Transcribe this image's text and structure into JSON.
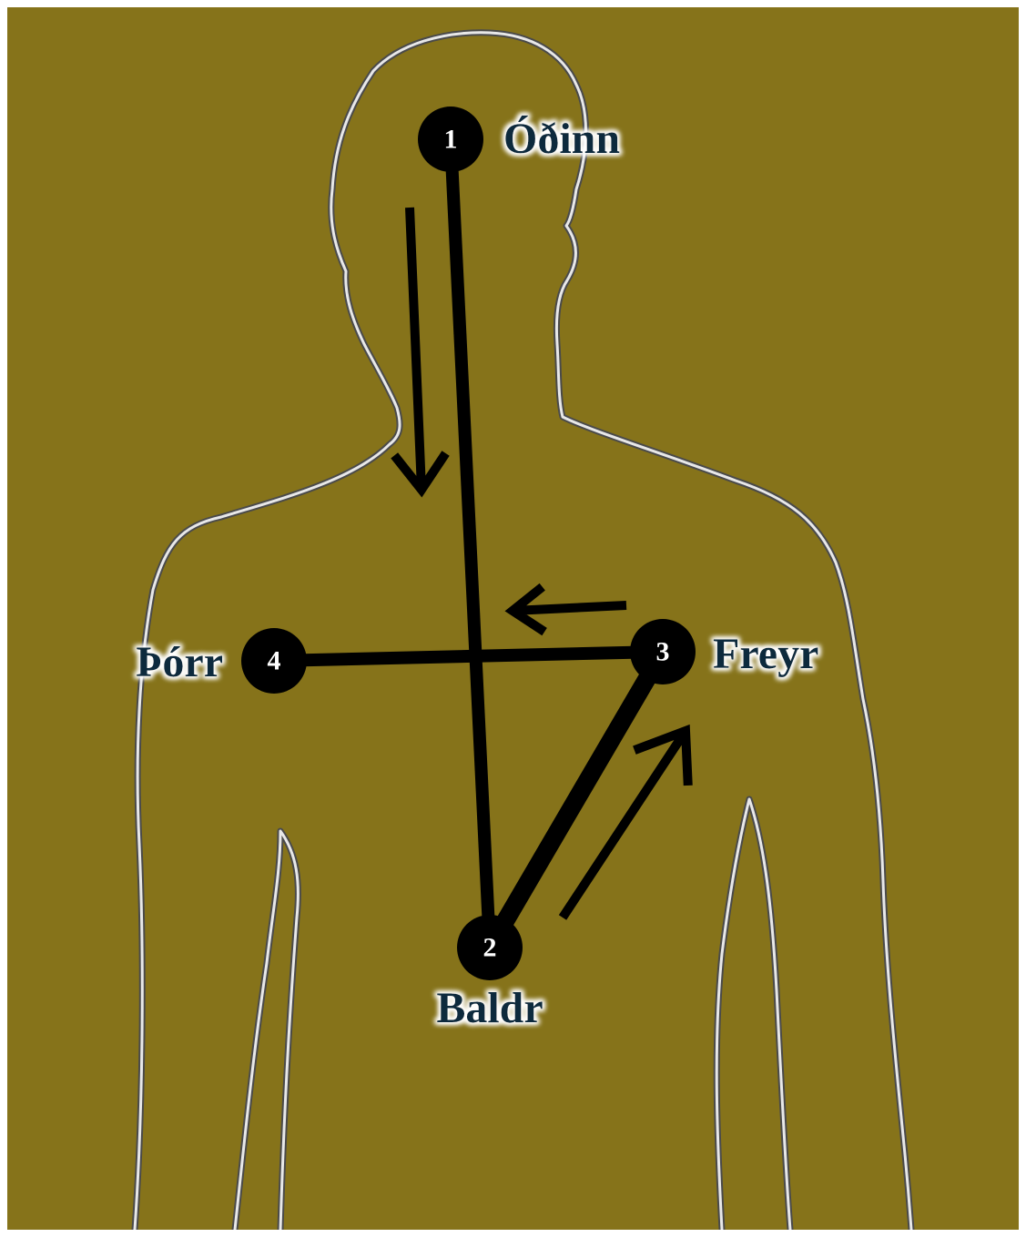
{
  "colors": {
    "background": "#86731a",
    "outline_light": "#e8e8e8",
    "outline_dark": "#4a4a4a",
    "line": "#000000",
    "node_fill": "#000000",
    "node_number": "#ffffff",
    "label_text": "#0f2a3d",
    "label_glow": "#ffffff"
  },
  "nodes": [
    {
      "number": "1",
      "name": "Óðinn"
    },
    {
      "number": "2",
      "name": "Baldr"
    },
    {
      "number": "3",
      "name": "Freyr"
    },
    {
      "number": "4",
      "name": "Þórr"
    }
  ],
  "connections": [
    {
      "from": "1",
      "to": "2"
    },
    {
      "from": "2",
      "to": "3"
    },
    {
      "from": "3",
      "to": "4"
    }
  ],
  "flow_arrows": [
    {
      "direction": "down",
      "alongside": "1-2"
    },
    {
      "direction": "up-right",
      "alongside": "2-3"
    },
    {
      "direction": "left",
      "alongside": "3-4"
    }
  ],
  "figure": {
    "icon": "human-silhouette-outline-icon"
  }
}
